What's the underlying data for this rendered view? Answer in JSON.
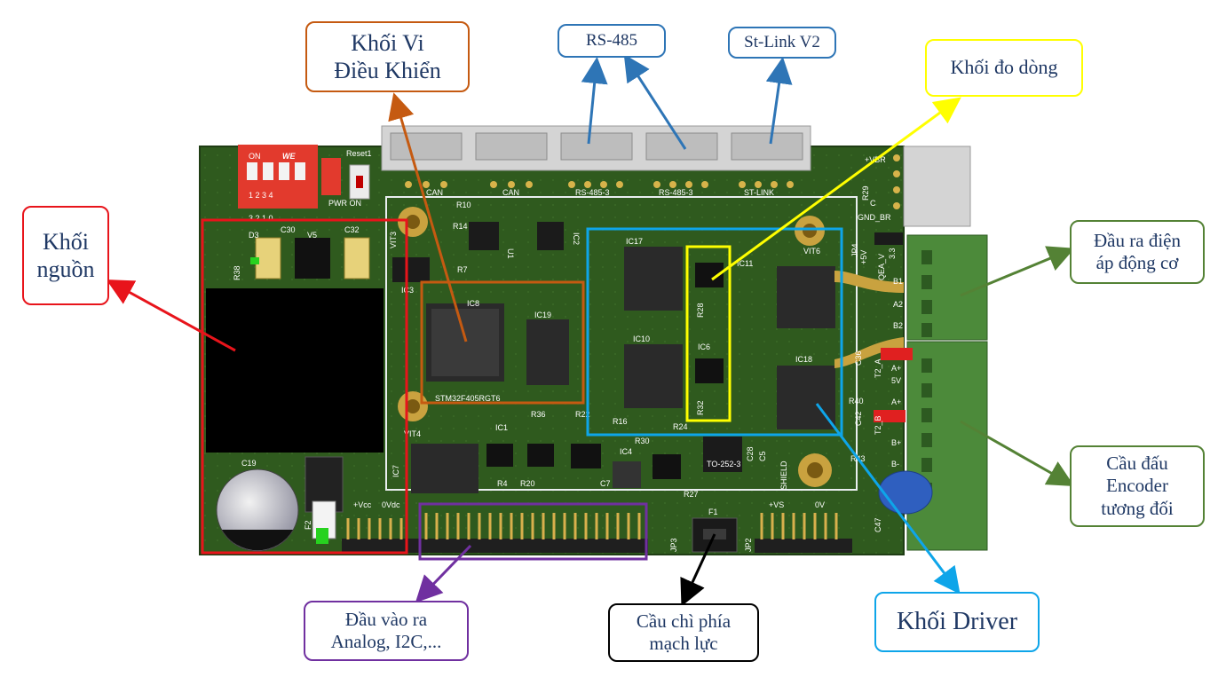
{
  "callouts": {
    "power": "Khối\nnguồn",
    "mcu": "Khối Vi\nĐiều Khiển",
    "rs485": "RS-485",
    "stlink": "St-Link V2",
    "current": "Khối đo dòng",
    "motor_out": "Đầu ra điện\náp động cơ",
    "encoder": "Cầu đấu\nEncoder\ntương đối",
    "driver": "Khối Driver",
    "fuse": "Cầu chì phía\nmạch lực",
    "io": "Đầu vào ra\nAnalog, I2C,..."
  },
  "pcb_labels": {
    "sw_on": "ON",
    "sw_nums": "1 2 3 4",
    "sw_sub": "3 2 1 0",
    "we": "WE",
    "reset": "Reset1",
    "pwr_on": "PWR ON",
    "can1": "CAN",
    "can2": "CAN",
    "rs485_a": "RS-485-3",
    "rs485_b": "RS-485-3",
    "st_link": "ST-LINK",
    "mcu_part": "STM32F405RGT6",
    "ic8": "IC8",
    "ic19": "IC19",
    "ic17": "IC17",
    "ic10": "IC10",
    "ic11": "IC11",
    "ic18": "IC18",
    "ic6": "IC6",
    "ic1": "IC1",
    "ic4": "IC4",
    "ic7": "IC7",
    "ic2": "IC2",
    "ic3": "IC3",
    "u1": "U1",
    "v5": "V5",
    "d3": "D3",
    "c30": "C30",
    "c32": "C32",
    "c19": "C19",
    "r38": "R38",
    "r14": "R14",
    "r10": "R10",
    "r7": "R7",
    "r28": "R28",
    "r32": "R32",
    "r36": "R36",
    "r16": "R16",
    "r22": "R22",
    "r24": "R24",
    "r30": "R30",
    "r4": "R4",
    "r20": "R20",
    "r27": "R27",
    "r43": "R43",
    "r40": "R40",
    "r29": "R29",
    "c36": "C36",
    "c42": "C42",
    "c28": "C28",
    "c5": "C5",
    "c47": "C47",
    "c7": "C7",
    "f1": "F1",
    "f2": "F2",
    "jp3": "JP3",
    "jp4": "JP4",
    "jp2": "JP2",
    "to252": "TO-252-3",
    "shield": "SHIELD",
    "vit3": "VIT3",
    "vit4": "VIT4",
    "vit6": "VIT6",
    "vcc": "+Vcc",
    "ovdc": "0Vdc",
    "vs": "+VS",
    "ov": "0V",
    "p5v_vbr": "+VBR",
    "gnd_br": "GND_BR",
    "pin_c": "C",
    "p5v": "+5V",
    "qea": "QEA_V",
    "v33": "3.3",
    "b1": "B1",
    "a2": "A2",
    "b2": "B2",
    "a_plus": "A+",
    "five_v": "5V",
    "a_plus2": "A+",
    "b_plus": "B+",
    "b_minus": "B-",
    "t2a": "T2_A",
    "t2b": "T2_B"
  },
  "colors": {
    "power_box": "#e8141b",
    "mcu_box": "#c55a11",
    "driver_box": "#0ea5e9",
    "current_box": "#ffff00",
    "io_box": "#7030a0",
    "motor_arrow": "#548235",
    "pcb_green": "#2f5a1e"
  }
}
